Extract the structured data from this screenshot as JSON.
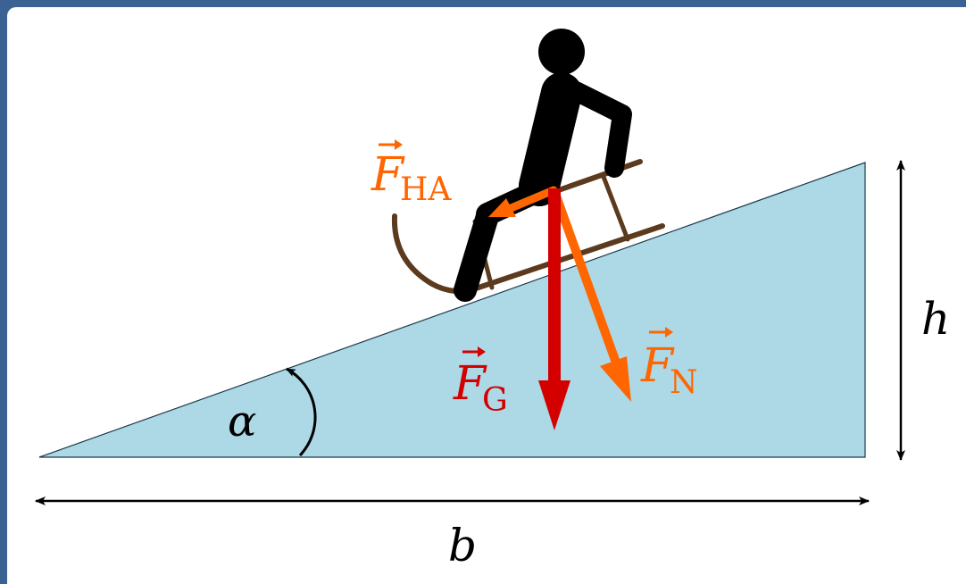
{
  "labels": {
    "force_handabtrieb_symbol": "F",
    "force_handabtrieb_subscript": "HA",
    "force_gravity_symbol": "F",
    "force_gravity_subscript": "G",
    "force_normal_symbol": "F",
    "force_normal_subscript": "N",
    "angle": "α",
    "height": "h",
    "base": "b"
  },
  "colors": {
    "frame": "#3a6293",
    "slope_fill": "#add8e6",
    "sled": "#5b3a1e",
    "person": "#000000",
    "gravity_arrow": "#d40000",
    "orange_arrows": "#ff6600",
    "dimension_lines": "#000000"
  },
  "icons": {
    "person": "sitting-person-icon",
    "sled": "sled-icon"
  }
}
